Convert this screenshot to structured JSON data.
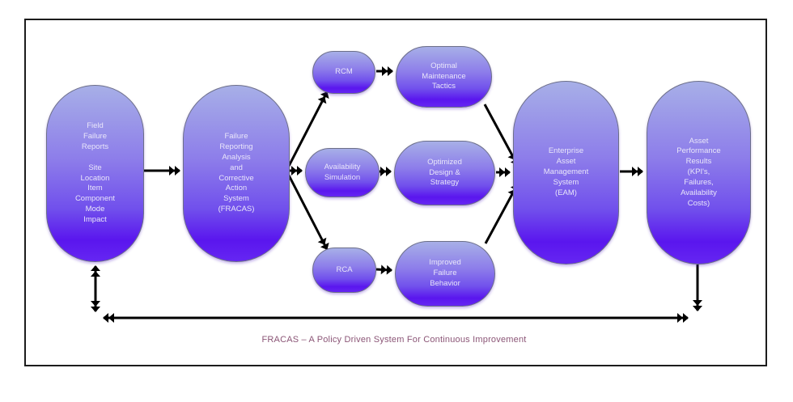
{
  "diagram": {
    "caption": "FRACAS – A Policy Driven System For Continuous Improvement",
    "nodes": {
      "field_failure_reports": {
        "label": "Field\nFailure\nReports\n\nSite\nLocation\nItem\nComponent\nMode\nImpact"
      },
      "fracas": {
        "label": "Failure\nReporting\nAnalysis\nand\nCorrective\nAction\nSystem\n(FRACAS)"
      },
      "rcm": {
        "label": "RCM"
      },
      "optimal_maintenance_tactics": {
        "label": "Optimal\nMaintenance\nTactics"
      },
      "availability_simulation": {
        "label": "Availability\nSimulation"
      },
      "optimized_design_strategy": {
        "label": "Optimized\nDesign &\nStrategy"
      },
      "rca": {
        "label": "RCA"
      },
      "improved_failure_behavior": {
        "label": "Improved\nFailure\nBehavior"
      },
      "eam": {
        "label": "Enterprise\nAsset\nManagement\nSystem\n(EAM)"
      },
      "asset_performance_results": {
        "label": "Asset\nPerformance\nResults\n(KPI's,\nFailures,\nAvailability\nCosts)"
      }
    },
    "colors": {
      "shape_gradient_top": "#a7afe7",
      "shape_gradient_bottom": "#5a16ee",
      "node_text": "#e9e6fa",
      "arrow": "#000000",
      "caption_text": "#8b5576",
      "border": "#1c1c1c"
    }
  }
}
